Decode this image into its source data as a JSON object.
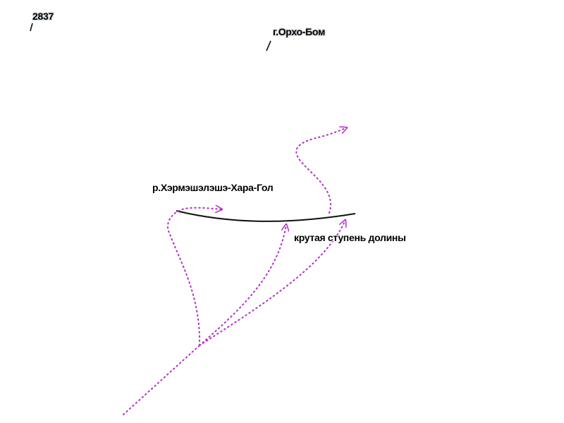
{
  "map": {
    "labels": {
      "elevation": "2837",
      "mountain": "г.Орхо-Бом",
      "river": "р.Хэрмэшэлэшэ-Хара-Гол",
      "feature": "крутая ступень долины"
    },
    "colors": {
      "route": "#b42fc8",
      "terrain_line": "#111111",
      "label_text": "#000000",
      "background": "#ffffff"
    },
    "icons": {
      "route_arrow": "arrowhead-icon",
      "peak_tick": "tick-mark-icon"
    }
  }
}
